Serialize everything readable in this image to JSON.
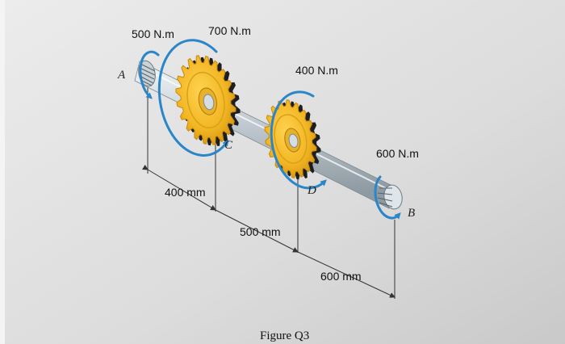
{
  "figure": {
    "caption": "Figure Q3",
    "torques": {
      "at_A": "500 N.m",
      "gear_C": "700 N.m",
      "gear_D": "400 N.m",
      "at_B": "600 N.m"
    },
    "points": {
      "A": "A",
      "B": "B",
      "C": "C",
      "D": "D"
    },
    "dimensions": {
      "A_to_C": "400 mm",
      "C_to_D": "500 mm",
      "D_to_B": "600 mm"
    },
    "colors": {
      "background": "#d9d9d9",
      "shaft": "#c3ccd2",
      "gear": "#f2b624",
      "gear_dark": "#c98a0c",
      "torque_arrow": "#2a86c8",
      "line": "#333333"
    }
  }
}
